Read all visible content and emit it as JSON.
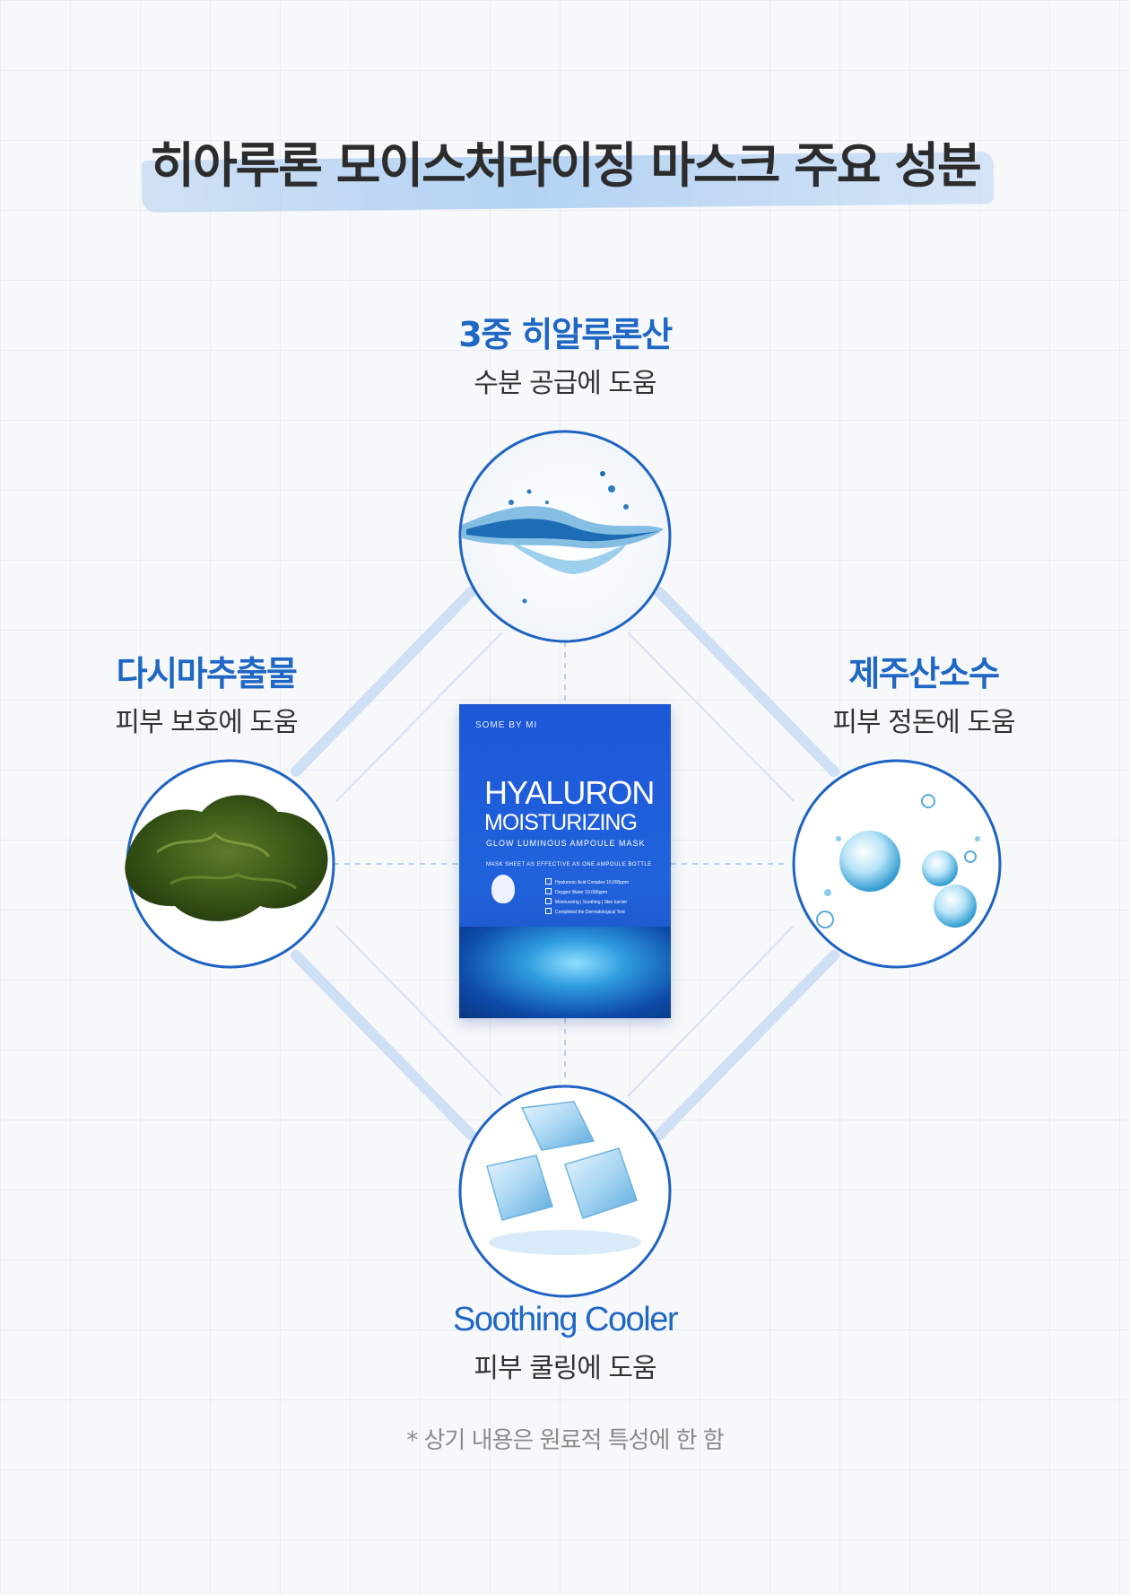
{
  "title": "히아루론 모이스처라이징 마스크 주요 성분",
  "ingredients": {
    "top": {
      "name": "3중 히알루론산",
      "desc": "수분 공급에 도움",
      "icon": "water-splash-icon"
    },
    "left": {
      "name": "다시마추출물",
      "desc": "피부 보호에 도움",
      "icon": "seaweed-icon"
    },
    "right": {
      "name": "제주산소수",
      "desc": "피부 정돈에 도움",
      "icon": "water-bubbles-icon"
    },
    "bottom": {
      "name": "Soothing Cooler",
      "desc": "피부 쿨링에 도움",
      "icon": "ice-cubes-icon"
    }
  },
  "product": {
    "brand": "SOME BY MI",
    "line1": "HYALURON",
    "line2": "MOISTURIZING",
    "line3": "GLOW LUMINOUS AMPOULE MASK",
    "note": "MASK SHEET AS EFFECTIVE AS ONE AMPOULE BOTTLE",
    "claims": [
      "Hyaluronic Acid Complex 10,000ppm",
      "Oxygen Water 10,000ppm",
      "Moisturizing | Soothing | Skin barrier",
      "Completed the Dermatological Test"
    ]
  },
  "footnote": "* 상기 내용은 원료적 특성에 한 함",
  "colors": {
    "accent": "#1f67c4",
    "circle_border": "#1e63c2",
    "line_light": "#cfe0f5"
  }
}
